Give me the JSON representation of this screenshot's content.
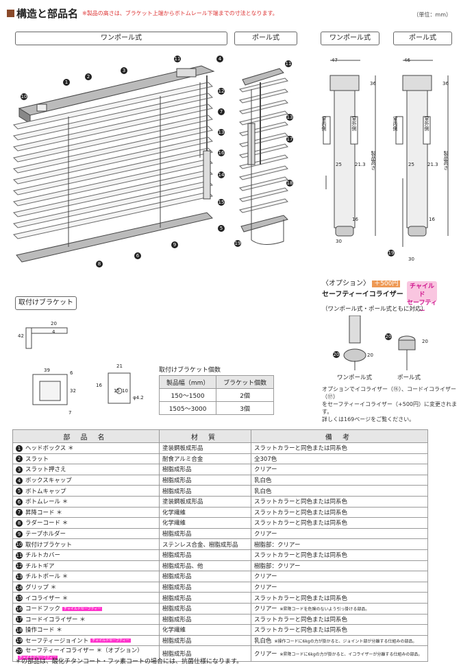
{
  "header": {
    "title": "構造と部品名",
    "note": "※製品の高さは、ブラケット上端からボトムレール下端までの寸法となります。",
    "unit": "（単位：mm）"
  },
  "diagram_labels": {
    "one_pole": "ワンポール式",
    "pole": "ポール式",
    "one_pole_r": "ワンポール式",
    "pole_r": "ポール式",
    "bracket": "取付けブラケット",
    "room_in": "室内側",
    "room_out": "室外側",
    "product_height": "製品高さ"
  },
  "dimensions": {
    "one_pole": [
      "47",
      "36",
      "25",
      "21.3",
      "16",
      "30"
    ],
    "pole": [
      "46",
      "36",
      "25",
      "21.3",
      "16",
      "30"
    ],
    "bracket_a": [
      "20",
      "4",
      "42"
    ],
    "bracket_b": [
      "39",
      "6",
      "32",
      "7"
    ],
    "bracket_c": [
      "21",
      "16",
      "15",
      "10",
      "φ4.2"
    ],
    "option": [
      "20",
      "20"
    ]
  },
  "callouts": [
    "1",
    "2",
    "3",
    "4",
    "5",
    "6",
    "7",
    "8",
    "9",
    "10",
    "11",
    "12",
    "13",
    "14",
    "15",
    "16",
    "17",
    "18",
    "19",
    "20"
  ],
  "option": {
    "prefix": "〈オプション〉",
    "price": "＋500円",
    "name": "セーフティーイコライザー",
    "child_line1": "チャイルド",
    "child_line2": "セーフティー",
    "support": "（ワンポール式・ポール式ともに対応）",
    "label_one_pole": "ワンポール式",
    "label_pole": "ポール式",
    "desc1": "オプションでイコライザー（⑮）、コードイコライザー（⑰）",
    "desc2": "をセーフティーイコライザー（+500円）に変更されます。",
    "desc3": "詳しくは169ページをご覧ください。"
  },
  "bracket_count": {
    "title": "取付けブラケット個数",
    "headers": [
      "製品幅（mm）",
      "ブラケット個数"
    ],
    "rows": [
      [
        "150〜1500",
        "2個"
      ],
      [
        "1505〜3000",
        "3個"
      ]
    ]
  },
  "parts_table": {
    "headers": [
      "部 品 名",
      "材 質",
      "備 考"
    ],
    "rows": [
      {
        "no": "1",
        "name": "ヘッドボックス ＊",
        "material": "塗装鋼板成形品",
        "remark": "スラットカラーと同色または同系色"
      },
      {
        "no": "2",
        "name": "スラット",
        "material": "耐食アルミ合金",
        "remark": "全307色"
      },
      {
        "no": "3",
        "name": "スラット押さえ",
        "material": "樹脂成形品",
        "remark": "クリアー"
      },
      {
        "no": "4",
        "name": "ボックスキャップ",
        "material": "樹脂成形品",
        "remark": "乳白色"
      },
      {
        "no": "5",
        "name": "ボトムキャップ",
        "material": "樹脂成形品",
        "remark": "乳白色"
      },
      {
        "no": "6",
        "name": "ボトムレール ＊",
        "material": "塗装鋼板成形品",
        "remark": "スラットカラーと同色または同系色"
      },
      {
        "no": "7",
        "name": "昇降コード ＊",
        "material": "化学繊維",
        "remark": "スラットカラーと同色または同系色"
      },
      {
        "no": "8",
        "name": "ラダーコード ＊",
        "material": "化学繊維",
        "remark": "スラットカラーと同色または同系色"
      },
      {
        "no": "9",
        "name": "テープホルダー",
        "material": "樹脂成形品",
        "remark": "クリアー"
      },
      {
        "no": "10",
        "name": "取付けブラケット",
        "material": "ステンレス合金、樹脂成形品",
        "remark": "樹脂部：クリアー"
      },
      {
        "no": "11",
        "name": "チルトカバー",
        "material": "樹脂成形品",
        "remark": "スラットカラーと同色または同系色"
      },
      {
        "no": "12",
        "name": "チルトギア",
        "material": "樹脂成形品、他",
        "remark": "樹脂部：クリアー"
      },
      {
        "no": "13",
        "name": "チルトポール ＊",
        "material": "樹脂成形品",
        "remark": "クリアー"
      },
      {
        "no": "14",
        "name": "グリップ ＊",
        "material": "樹脂成形品",
        "remark": "クリアー"
      },
      {
        "no": "15",
        "name": "イコライザー ＊",
        "material": "樹脂成形品",
        "remark": "スラットカラーと同色または同系色"
      },
      {
        "no": "16",
        "name": "コードフック",
        "tag": "チャイルドセーフティー",
        "material": "樹脂成形品",
        "remark": "クリアー",
        "rnote": "※昇降コードを危険のないよう引っ掛ける部品。"
      },
      {
        "no": "17",
        "name": "コードイコライザー ＊",
        "material": "樹脂成形品",
        "remark": "スラットカラーと同色または同系色"
      },
      {
        "no": "18",
        "name": "操作コード ＊",
        "material": "化学繊維",
        "remark": "スラットカラーと同色または同系色"
      },
      {
        "no": "19",
        "name": "セーフティージョイント",
        "tag": "チャイルドセーフティー",
        "material": "樹脂成形品",
        "remark": "乳白色",
        "rnote": "※操作コードに6kgの力が掛かると、ジョイント部が分離する仕組みの部品。"
      },
      {
        "no": "20",
        "name": "セーフティーイコライザー ＊（オプション）",
        "tag": "チャイルドセーフティー",
        "material": "樹脂成形品",
        "remark": "クリアー",
        "rnote": "※昇降コードに6kgの力が掛かると、イコライザーが分離する仕組みの部品。"
      }
    ]
  },
  "footnote": "＊の部品は、酸化チタンコート・フッ素コートの場合には、抗菌仕様になります。"
}
